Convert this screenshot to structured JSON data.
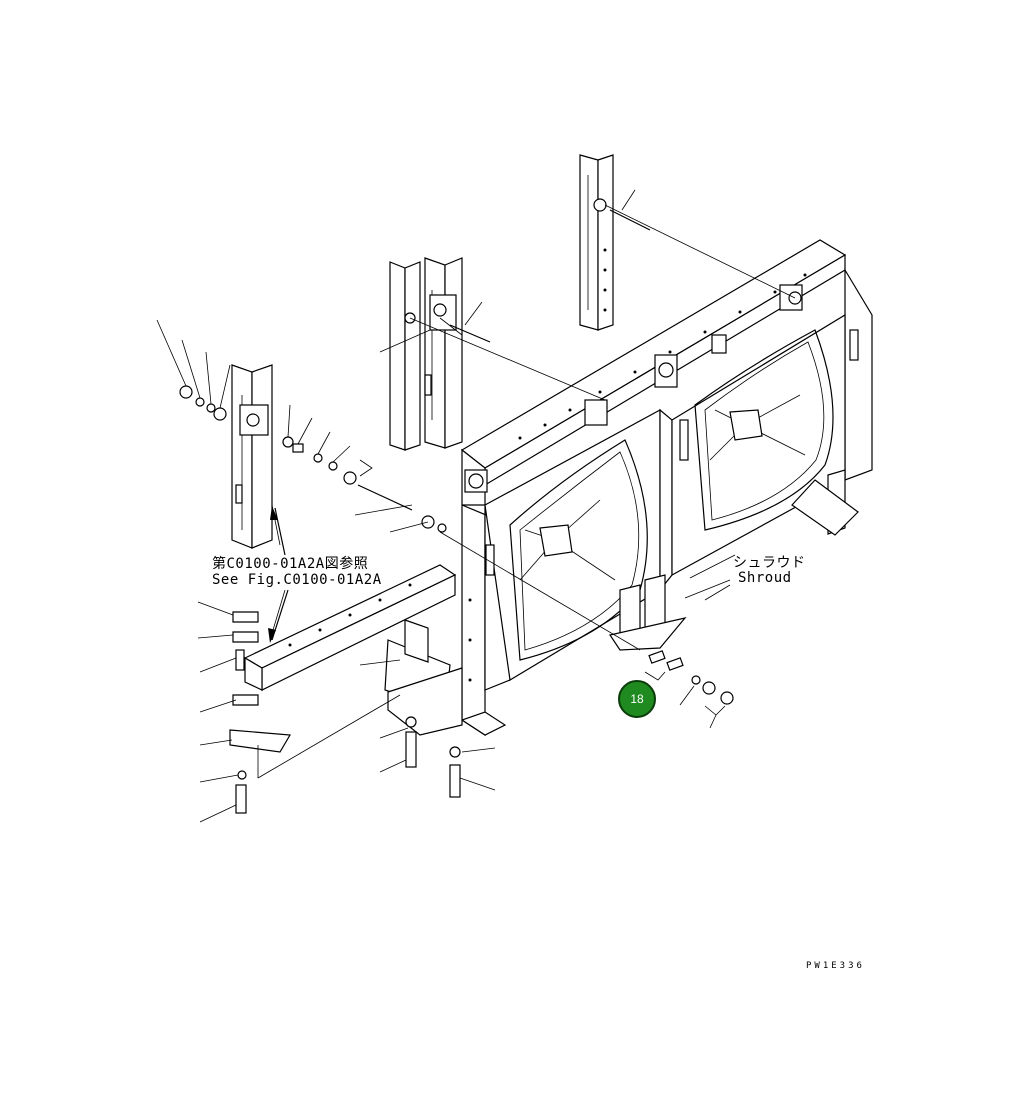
{
  "labels": {
    "ref_jp": "第C0100-01A2A図参照",
    "ref_en": "See Fig.C0100-01A2A",
    "shroud_jp": "シュラウド",
    "shroud_en": "Shroud",
    "drawing_code": "PW1E336"
  },
  "callout": {
    "number": "18",
    "color": "#1f8a1f"
  }
}
